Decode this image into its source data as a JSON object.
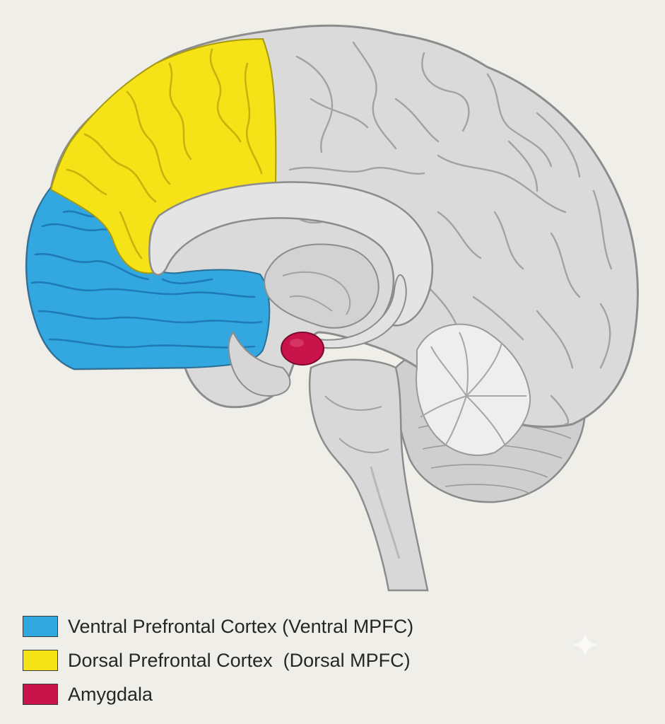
{
  "colors": {
    "background": "#f0eee9",
    "brain_gray": "#d9d9d9",
    "fold_line": "#9d9d9d",
    "ventral": "#33a8e0",
    "dorsal": "#f6e317",
    "amygdala": "#c8144b"
  },
  "legend": {
    "items": [
      {
        "label": "Ventral Prefrontal Cortex (Ventral MPFC)",
        "color": "#33a8e0"
      },
      {
        "label": "Dorsal Prefrontal Cortex  (Dorsal MPFC)",
        "color": "#f6e317"
      },
      {
        "label": "Amygdala",
        "color": "#c8144b"
      }
    ]
  }
}
